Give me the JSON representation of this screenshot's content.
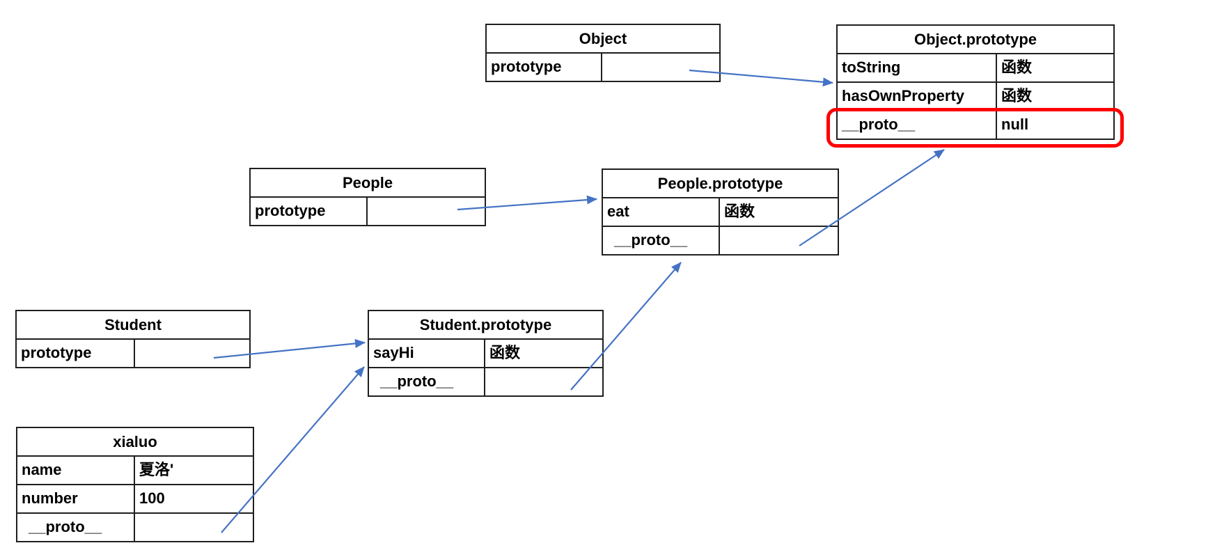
{
  "colors": {
    "arrow": "#4472C4",
    "highlight": "#FF0000",
    "border": "#1f1f1f",
    "bg": "#ffffff",
    "text": "#000000"
  },
  "tables": {
    "object": {
      "title": "Object",
      "rows": [
        {
          "key": "prototype",
          "value": ""
        }
      ]
    },
    "object_prototype": {
      "title": "Object.prototype",
      "rows": [
        {
          "key": "toString",
          "value": "函数"
        },
        {
          "key": "hasOwnProperty",
          "value": "函数"
        },
        {
          "key": "__proto__",
          "value": "null",
          "highlighted": true
        }
      ]
    },
    "people": {
      "title": "People",
      "rows": [
        {
          "key": "prototype",
          "value": ""
        }
      ]
    },
    "people_prototype": {
      "title": "People.prototype",
      "rows": [
        {
          "key": "eat",
          "value": "函数"
        },
        {
          "key": "__proto__",
          "value": ""
        }
      ]
    },
    "student": {
      "title": "Student",
      "rows": [
        {
          "key": "prototype",
          "value": ""
        }
      ]
    },
    "student_prototype": {
      "title": "Student.prototype",
      "rows": [
        {
          "key": "sayHi",
          "value": "函数"
        },
        {
          "key": "__proto__",
          "value": ""
        }
      ]
    },
    "xialuo": {
      "title": "xialuo",
      "rows": [
        {
          "key": "name",
          "value": "夏洛'"
        },
        {
          "key": "number",
          "value": "100"
        },
        {
          "key": "__proto__",
          "value": ""
        }
      ]
    }
  },
  "edges": [
    {
      "from": "Object.prototype-cell",
      "to": "Object.prototype-table"
    },
    {
      "from": "People.prototype-cell",
      "to": "People.prototype-table"
    },
    {
      "from": "People.prototype.__proto__",
      "to": "Object.prototype.__proto__-row"
    },
    {
      "from": "Student.prototype-cell",
      "to": "Student.prototype-table"
    },
    {
      "from": "Student.prototype.__proto__",
      "to": "People.prototype-table"
    },
    {
      "from": "xialuo.__proto__",
      "to": "Student.prototype-table"
    }
  ]
}
